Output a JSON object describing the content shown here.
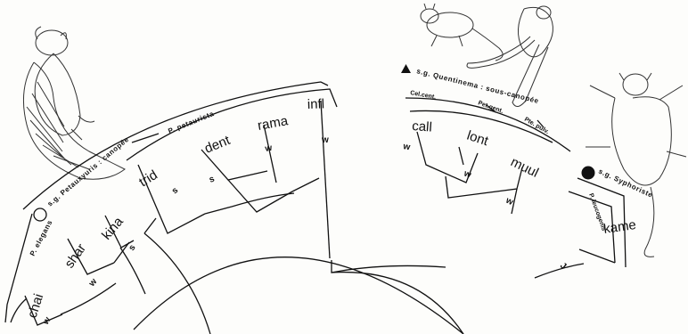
{
  "groups": {
    "sg_petauxyuris": "s.g. Petauxyuris : canopée",
    "p_elegans": "P. elegans",
    "p_petaurista": "P. petaurista",
    "sg_quentinema": "s.g. Quentinema : sous-canopée",
    "cel_cent": "Cel.cent.",
    "pet_gent": "Pet.gent.",
    "pte_pulv": "Pte. pulv.",
    "sg_syphoriste": "s.g. Syphoriste",
    "p_leucogenis": "P. leucogenis"
  },
  "tips": {
    "chai": "chai",
    "shar": "shar",
    "kina": "kina",
    "trid": "trid",
    "dent": "dent",
    "rama": "rama",
    "infl": "infl",
    "call": "call",
    "lont": "lont",
    "muul": "muul",
    "kame": "kame"
  },
  "marks": {
    "w": "w",
    "s": "s",
    "j": "J"
  },
  "colors": {
    "ink": "#111111",
    "background": "#fdfdfb"
  }
}
